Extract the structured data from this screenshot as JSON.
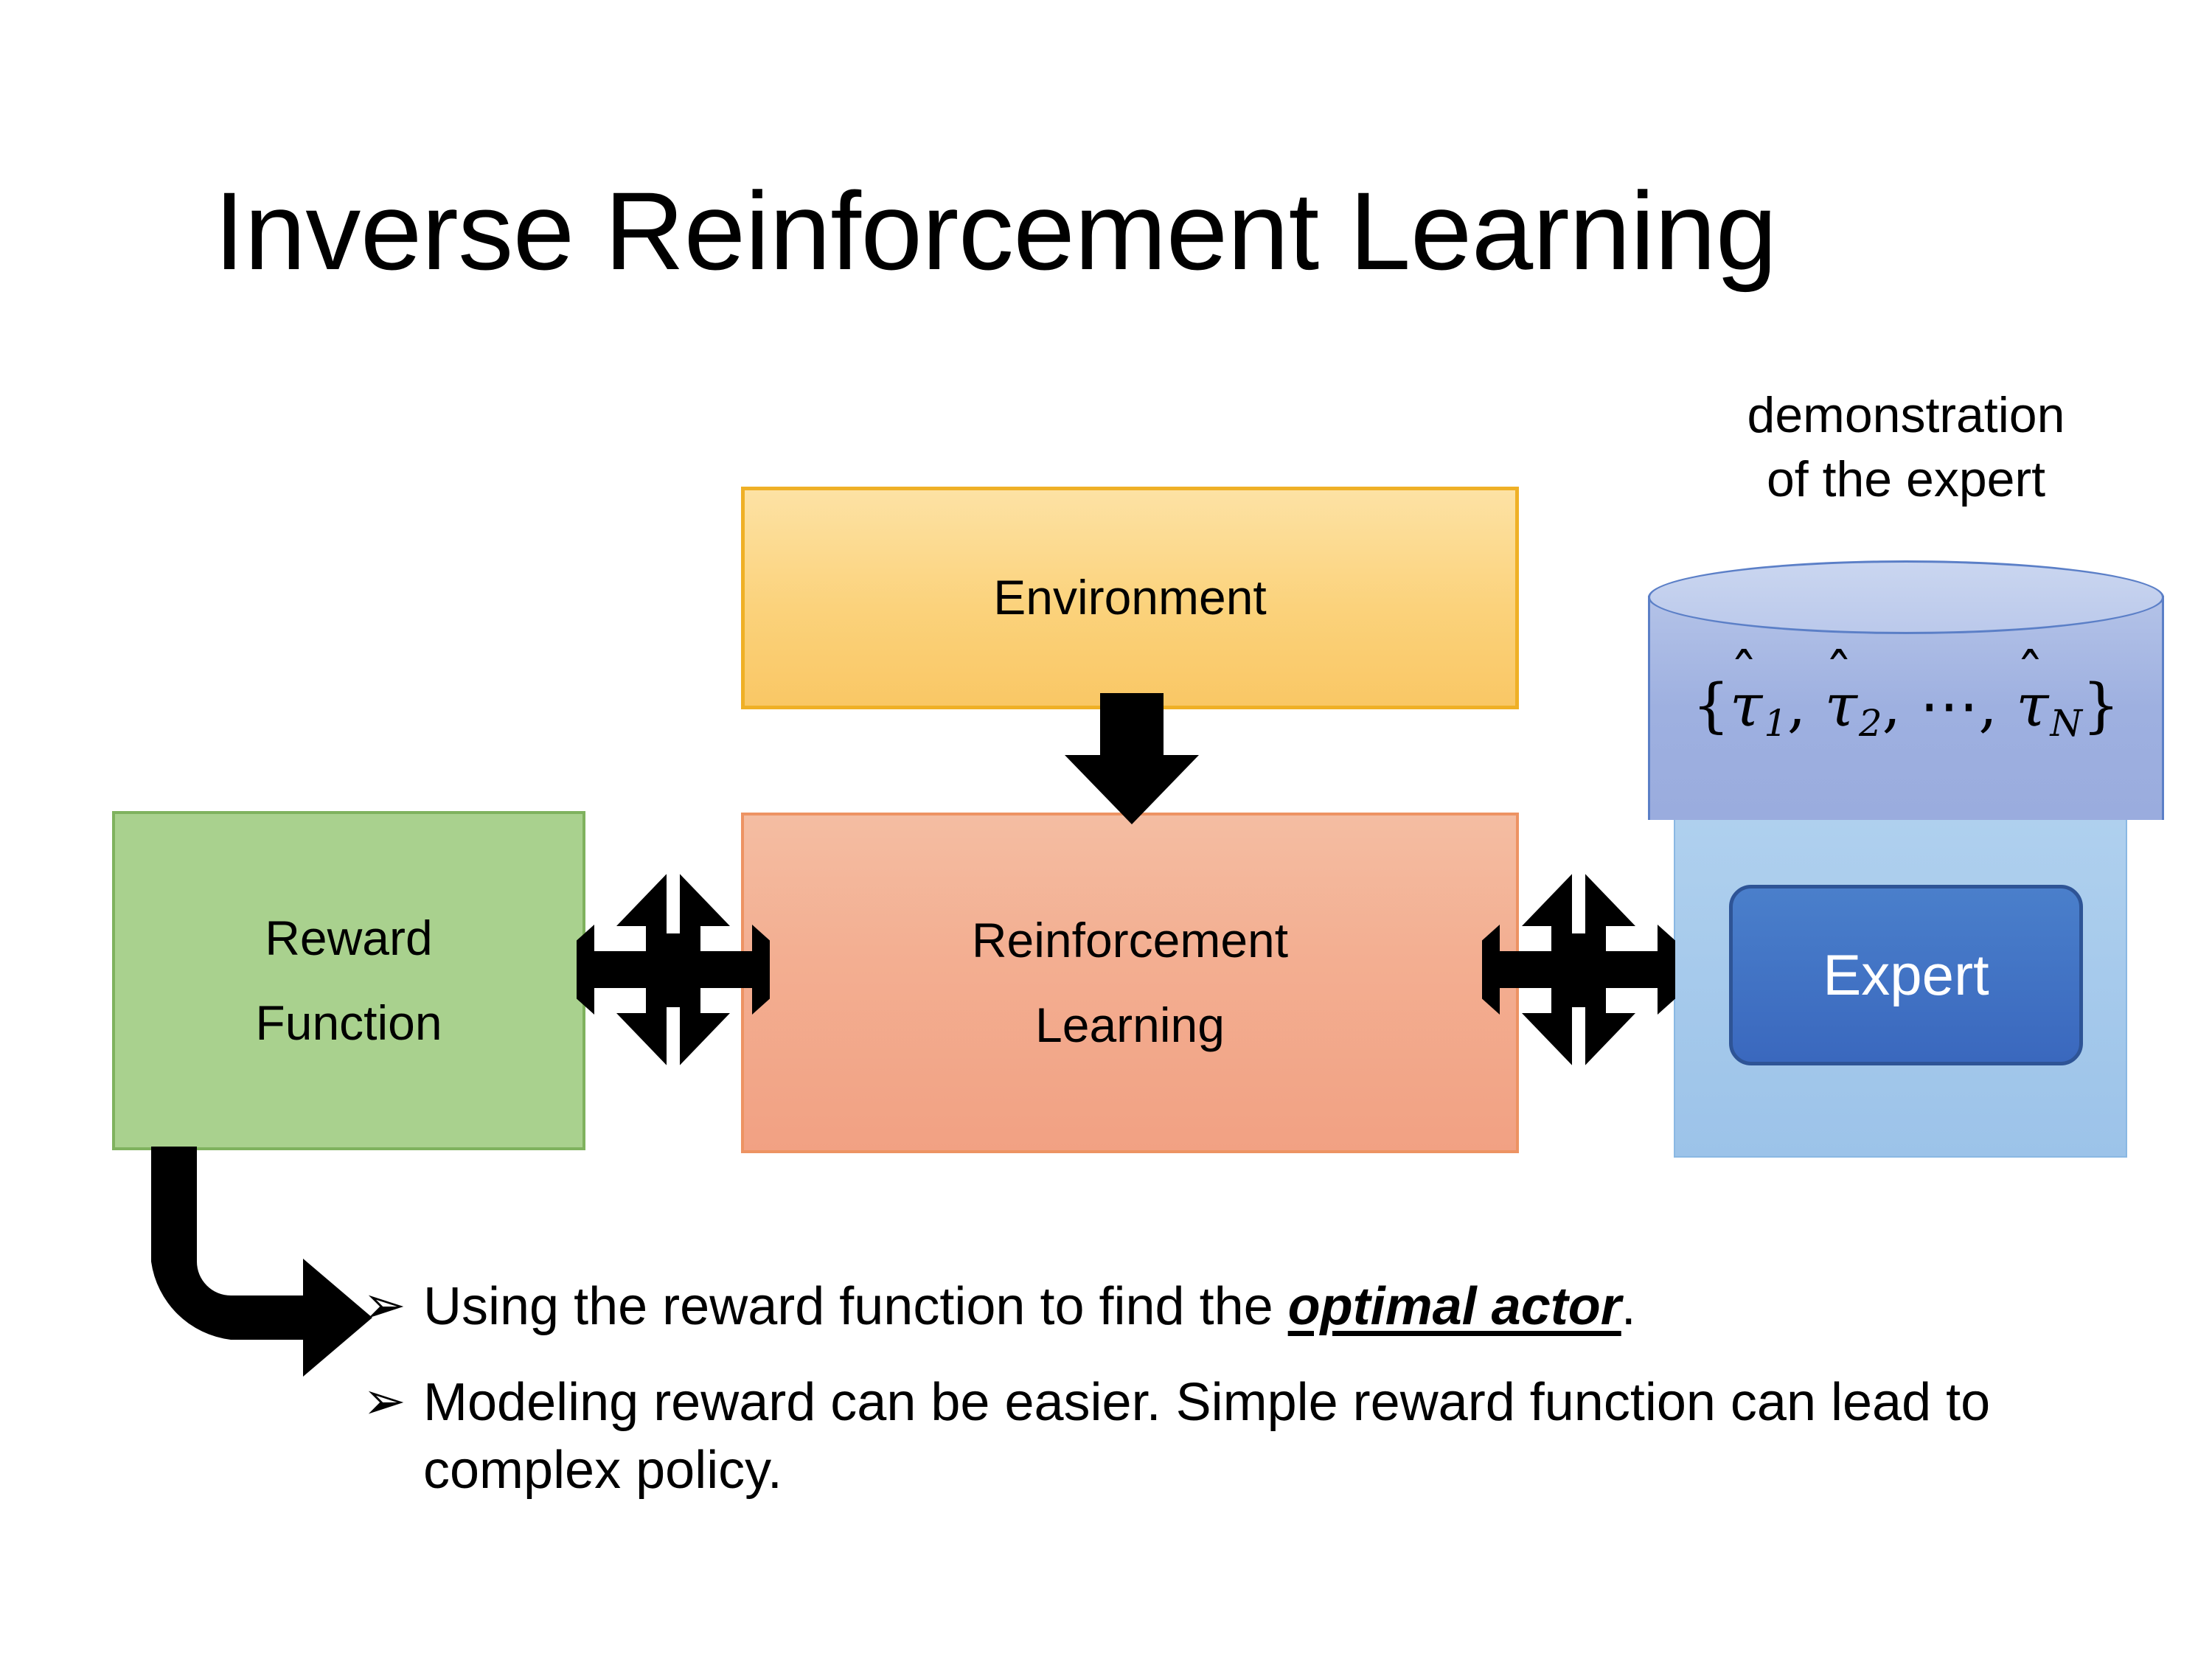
{
  "slide": {
    "title": "Inverse Reinforcement Learning",
    "background_color": "#FFFFFF"
  },
  "diagram": {
    "boxes": [
      {
        "name": "environment",
        "label": "Environment",
        "fill_color": "#FBD27B",
        "border_color": "#EFB026"
      },
      {
        "name": "reinforcement-learning",
        "label_line1": "Reinforcement",
        "label_line2": "Learning",
        "fill_color": "#F2A183",
        "border_color": "#ED9363"
      },
      {
        "name": "reward-function",
        "label_line1": "Reward",
        "label_line2": "Function",
        "fill_color": "#A9D18E",
        "border_color": "#7FB25E"
      },
      {
        "name": "expert",
        "label": "Expert",
        "fill_color": "#3A68BE",
        "border_color": "#2E5496",
        "text_color": "#FFFFFF"
      }
    ],
    "expert_panel": {
      "fill_color": "#9CC3E9"
    },
    "demonstration": {
      "caption_line1": "demonstration",
      "caption_line2": "of the expert",
      "cylinder_fill_color": "#9EB0E0",
      "cylinder_border_color": "#5B7FC7",
      "formula": {
        "open_brace": "{",
        "terms": [
          {
            "base": "τ",
            "hat": "ˆ",
            "sub": "1"
          },
          {
            "base": "τ",
            "hat": "ˆ",
            "sub": "2"
          }
        ],
        "ellipsis": "⋯",
        "last_term": {
          "base": "τ",
          "hat": "ˆ",
          "sub": "N"
        },
        "close_brace": "}",
        "separator": ", ",
        "plain_text": "{τ̂1, τ̂2, ⋯, τ̂N}"
      }
    },
    "arrows": [
      {
        "name": "environment-to-rl",
        "kind": "down-arrow",
        "color": "#000000"
      },
      {
        "name": "reward-rl-bidirectional",
        "kind": "quad-arrow",
        "color": "#000000"
      },
      {
        "name": "rl-expert-bidirectional",
        "kind": "quad-arrow",
        "color": "#000000"
      },
      {
        "name": "reward-to-notes",
        "kind": "bent-arrow",
        "color": "#000000"
      }
    ]
  },
  "notes": {
    "bullet_marker": "➢",
    "items": [
      {
        "prefix": "Using the reward function to find the ",
        "emphasis": "optimal actor",
        "suffix": ".",
        "plain_text": "Using the reward function to find the optimal actor."
      },
      {
        "prefix": "Modeling reward can be easier. Simple reward function can lead to complex policy.",
        "emphasis": "",
        "suffix": "",
        "plain_text": "Modeling reward can be easier. Simple reward function can lead to complex policy."
      }
    ]
  }
}
